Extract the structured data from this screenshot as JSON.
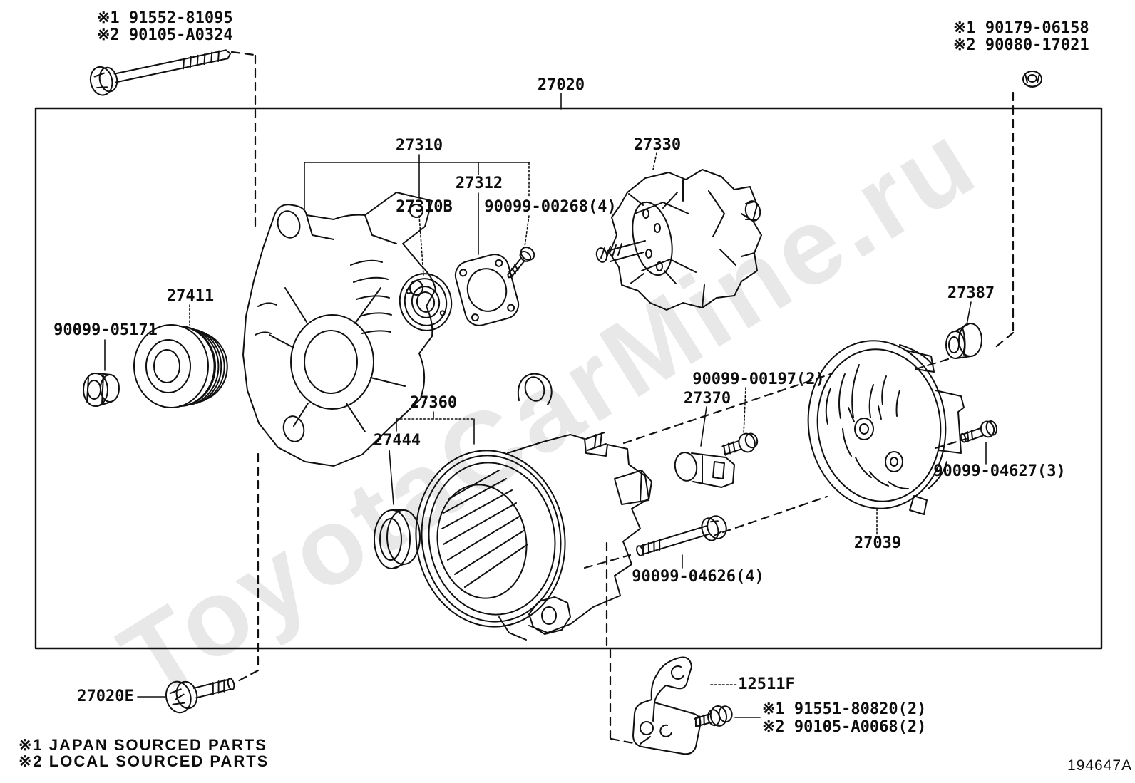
{
  "watermark": "ToyotaCarMine.ru",
  "doc_number": "194647A",
  "footnotes": {
    "line1": "※1 JAPAN SOURCED PARTS",
    "line2": "※2 LOCAL SOURCED PARTS"
  },
  "parts": {
    "bolt_tl_1": "※1 91552-81095",
    "bolt_tl_2": "※2 90105-A0324",
    "nut_tr_1": "※1 90179-06158",
    "nut_tr_2": "※2 90080-17021",
    "alternator_assy": "27020",
    "front_bracket": "27310",
    "bearing_retainer": "27312",
    "front_bearing": "27310B",
    "retainer_screws": "90099-00268(4)",
    "rotor": "27330",
    "pulley": "27411",
    "pulley_nut": "90099-05171",
    "grommet": "27387",
    "clamp_bolts": "90099-00197(2)",
    "wire_clamp": "27370",
    "stator": "27360",
    "bearing_cover": "27444",
    "cover_bolts": "90099-04627(3)",
    "rear_end_cover": "27039",
    "through_bolts": "90099-04626(4)",
    "pivot_bolt": "27020E",
    "bracket": "12511F",
    "bracket_bolt_1": "※1 91551-80820(2)",
    "bracket_bolt_2": "※2 90105-A0068(2)"
  }
}
